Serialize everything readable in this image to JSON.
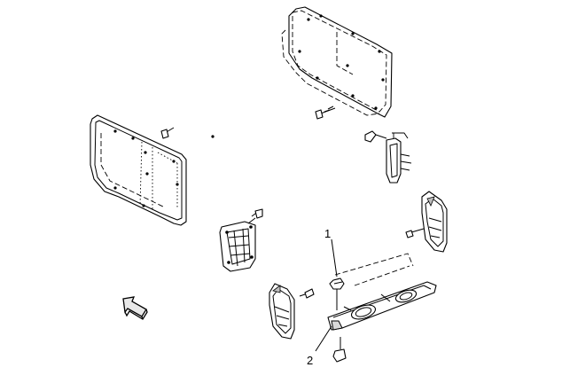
{
  "callouts": [
    {
      "id": "callout-1",
      "text": "1"
    },
    {
      "id": "callout-2",
      "text": "2"
    }
  ],
  "icons": {
    "direction_arrow": "front-direction-arrow-icon",
    "fastener": "screw-icon",
    "clip": "push-clip-icon"
  }
}
